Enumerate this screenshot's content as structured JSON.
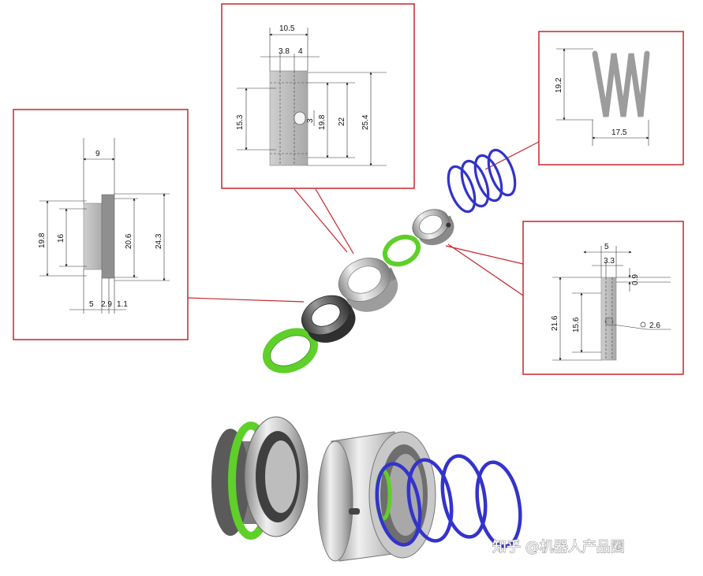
{
  "colors": {
    "frame": "#c8252b",
    "green_ring": "#5fcf2a",
    "spring": "#3333cc",
    "metal_light": "#d6d6d6",
    "metal_dark": "#6d6d6d"
  },
  "panels": {
    "left": {
      "dims": [
        "9",
        "19.8",
        "16",
        "20.6",
        "24.3",
        "5",
        "2.9",
        "1.1"
      ]
    },
    "top": {
      "dims": [
        "10.5",
        "3.8",
        "4",
        "15.3",
        "3",
        "19.8",
        "22",
        "25.4"
      ]
    },
    "spring": {
      "dims": [
        "19.2",
        "17.5"
      ]
    },
    "right": {
      "dims": [
        "5",
        "3.3",
        "0.9",
        "21.6",
        "15.6",
        "2.6"
      ]
    }
  },
  "watermark": "知乎 @机器人产品圈"
}
